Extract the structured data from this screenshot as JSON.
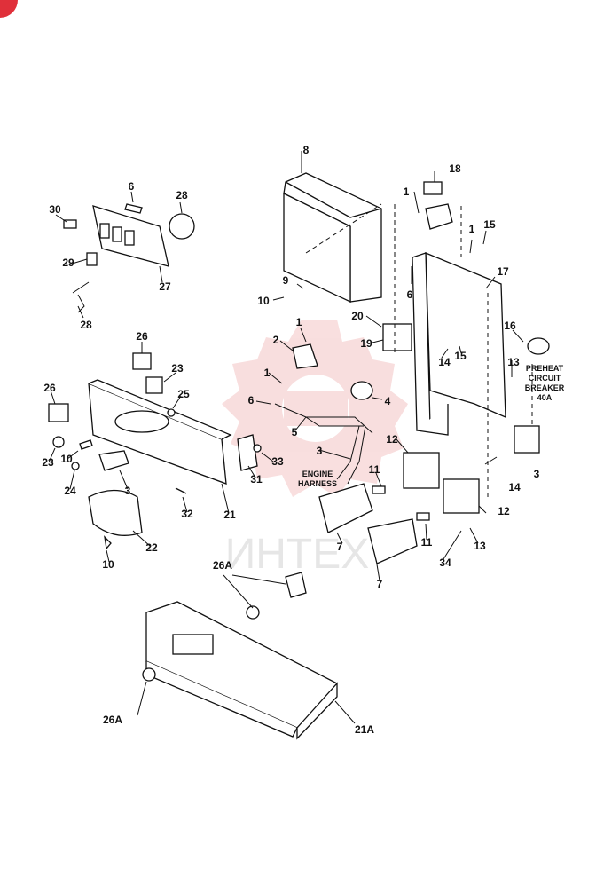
{
  "diagram": {
    "callouts": {
      "c8": "8",
      "c18": "18",
      "c1a": "1",
      "c1b": "1",
      "c15a": "15",
      "c17": "17",
      "c6a": "6",
      "c9": "9",
      "c10a": "10",
      "c20": "20",
      "c19": "19",
      "c16": "16",
      "c14a": "14",
      "c15b": "15",
      "c13a": "13",
      "c1c": "1",
      "c2": "2",
      "c6b": "6",
      "c1d": "1",
      "c4": "4",
      "c5": "5",
      "c3a": "3",
      "c12a": "12",
      "c14b": "14",
      "c3b": "3",
      "c11a": "11",
      "c12b": "12",
      "c11b": "11",
      "c13b": "13",
      "c34": "34",
      "c7a": "7",
      "c7b": "7",
      "c30": "30",
      "c6c": "6",
      "c28a": "28",
      "c29": "29",
      "c27": "27",
      "c28b": "28",
      "c26a": "26",
      "c23a": "23",
      "c25": "25",
      "c26b": "26",
      "c23b": "23",
      "c10b": "10",
      "c24": "24",
      "c3c": "3",
      "c33": "33",
      "c31": "31",
      "c32": "32",
      "c21": "21",
      "c22": "22",
      "c10c": "10",
      "c26A1": "26A",
      "c26A2": "26A",
      "c21A": "21A"
    },
    "labels": {
      "engine_harness_1": "ENGINE",
      "engine_harness_2": "HARNESS",
      "preheat_1": "PREHEAT",
      "preheat_2": "CIRCUIT",
      "preheat_3": "BREAKER",
      "preheat_4": "40A"
    },
    "watermark": "ИНТЕХ",
    "colors": {
      "ink": "#111111",
      "watermark": "#f4c4c4",
      "corner_badge": "#e0303a"
    }
  }
}
